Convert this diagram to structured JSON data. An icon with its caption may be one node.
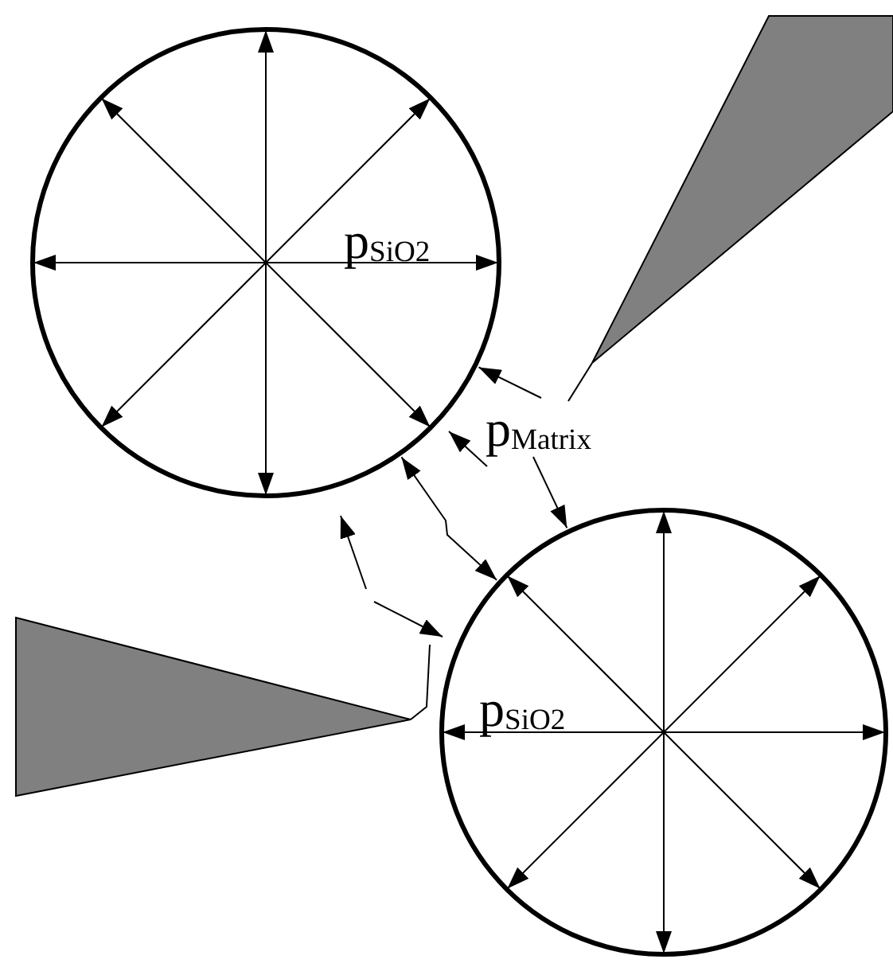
{
  "diagram": {
    "nodes": [
      {
        "text": [
          "p$_{SiO2}$"
        ]
      },
      {
        "text": [
          "p$_{SiO2}$"
        ]
      },
      {
        "text": [
          "p$_{Matrix}$"
        ]
      }
    ],
    "edges": [
      {
        "from": 2,
        "to": 0,
        "arrow": "to"
      },
      {
        "from": 2,
        "to": 1,
        "arrow": "to"
      },
      {
        "from": 0,
        "to": 1,
        "arrow": "both"
      }
    ]
  }
}
